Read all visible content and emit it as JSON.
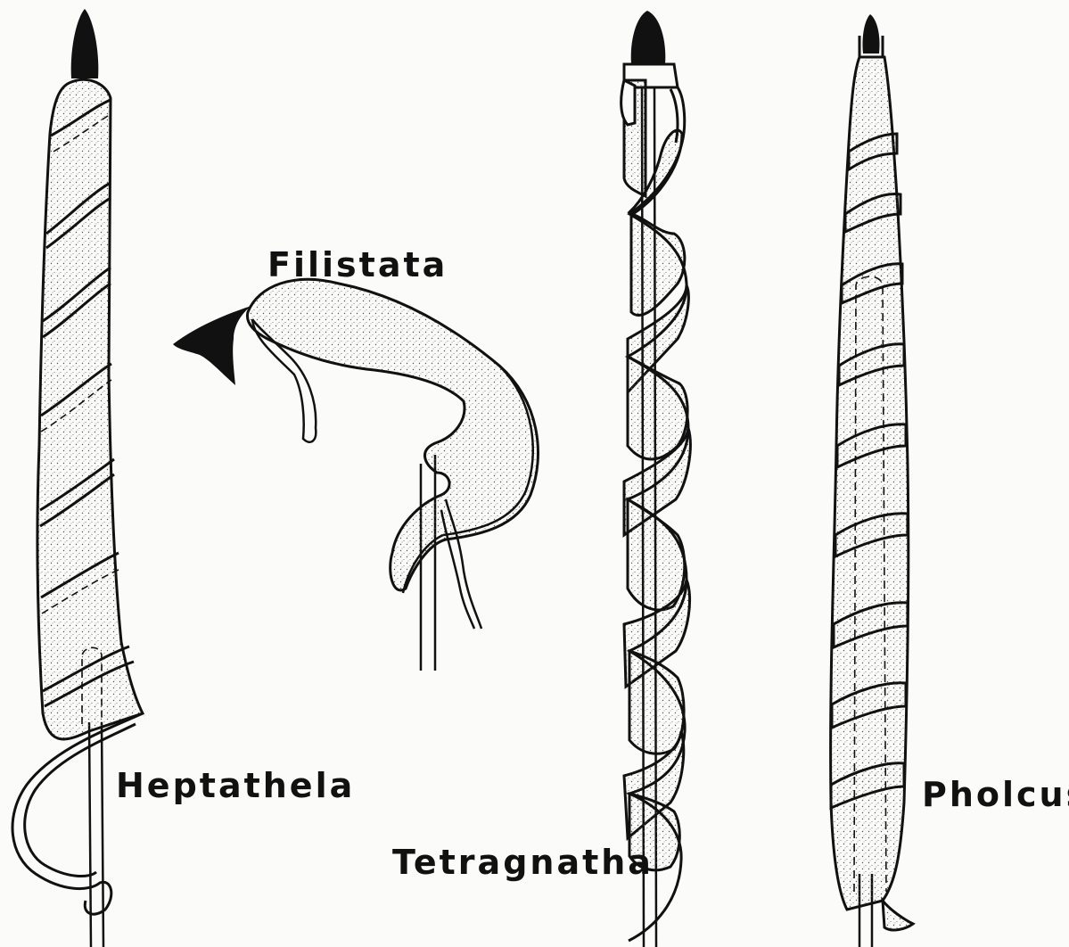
{
  "labels": {
    "filistata": "Filistata",
    "heptathela": "Heptathela",
    "tetragnatha": "Tetragnatha",
    "pholcus": "Pholcus"
  },
  "colors": {
    "background": "#fbfbf9",
    "ink": "#111111",
    "stipple": "#555555"
  }
}
